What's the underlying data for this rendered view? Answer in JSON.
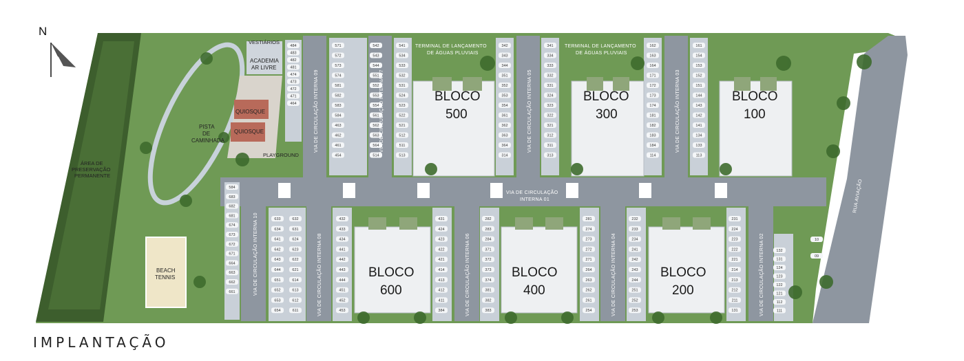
{
  "title": "IMPLANTAÇÃO",
  "north": "N",
  "colors": {
    "grass": "#6f9a55",
    "road": "#8e96a0",
    "pavement": "#c9d0d8",
    "roof": "#eef0f2",
    "forest": "#3c5c2c"
  },
  "blocks": [
    {
      "id": "500",
      "label_top": "BLOCO",
      "label_bottom": "500"
    },
    {
      "id": "300",
      "label_top": "BLOCO",
      "label_bottom": "300"
    },
    {
      "id": "100",
      "label_top": "BLOCO",
      "label_bottom": "100"
    },
    {
      "id": "600",
      "label_top": "BLOCO",
      "label_bottom": "600"
    },
    {
      "id": "400",
      "label_top": "BLOCO",
      "label_bottom": "400"
    },
    {
      "id": "200",
      "label_top": "BLOCO",
      "label_bottom": "200"
    }
  ],
  "areas": {
    "preservacao": [
      "ÁREA DE",
      "PRESERVAÇÃO",
      "PERMANENTE"
    ],
    "vestiarios": "VESTIÁRIOS",
    "academia": [
      "ACADEMIA",
      "AR LIVRE"
    ],
    "quiosque1": "QUIOSQUE",
    "quiosque2": "QUIOSQUE",
    "pista": [
      "PISTA",
      "DE",
      "CAMINHADA"
    ],
    "playground": "PLAYGROUND",
    "beach": [
      "BEACH",
      "TENNIS"
    ],
    "terminal1": [
      "TERMINAL DE LANÇAMENTO",
      "DE ÁGUAS PLUVIAIS"
    ],
    "terminal2": [
      "TERMINAL DE LANÇAMENTO",
      "DE ÁGUAS PLUVIAIS"
    ],
    "rua": "RUA AVIAÇÃO",
    "via01": [
      "VIA DE CIRCULAÇÃO",
      "INTERNA 01"
    ]
  },
  "vias": {
    "v09": "VIA DE CIRCULAÇÃO INTERNA 09",
    "v07": "VIA DE CIRCULAÇÃO INTERNA 07",
    "v05": "VIA DE CIRCULAÇÃO INTERNA 05",
    "v03": "VIA DE CIRCULAÇÃO INTERNA 03",
    "v10": "VIA DE CIRCULAÇÃO INTERNA 10",
    "v08": "VIA DE CIRCULAÇÃO INTERNA 08",
    "v06": "VIA DE CIRCULAÇÃO INTERNA 06",
    "v04": "VIA DE CIRCULAÇÃO INTERNA 04",
    "v02": "VIA DE CIRCULAÇÃO INTERNA 02"
  },
  "parking_columns": [
    [
      "484",
      "483",
      "482",
      "481",
      "474",
      "473",
      "472",
      "471",
      "464"
    ],
    [
      "571",
      "572",
      "573",
      "574",
      "581",
      "582",
      "583",
      "584",
      "463",
      "462",
      "461",
      "454"
    ],
    [
      "542",
      "543",
      "544",
      "551",
      "552",
      "553",
      "554",
      "561",
      "562",
      "563",
      "564",
      "514"
    ],
    [
      "541",
      "534",
      "533",
      "532",
      "531",
      "524",
      "523",
      "522",
      "521",
      "512",
      "511",
      "513"
    ],
    [
      "342",
      "343",
      "344",
      "351",
      "352",
      "353",
      "354",
      "361",
      "362",
      "363",
      "364",
      "314"
    ],
    [
      "341",
      "334",
      "333",
      "332",
      "331",
      "324",
      "323",
      "322",
      "321",
      "312",
      "311",
      "313"
    ],
    [
      "162",
      "163",
      "164",
      "171",
      "172",
      "173",
      "174",
      "181",
      "182",
      "183",
      "184",
      "114"
    ],
    [
      "161",
      "154",
      "153",
      "152",
      "151",
      "144",
      "143",
      "142",
      "141",
      "134",
      "133",
      "113"
    ],
    [
      "584",
      "683",
      "682",
      "681",
      "674",
      "673",
      "672",
      "671",
      "664",
      "663",
      "662",
      "661"
    ],
    [
      "633",
      "634",
      "641",
      "642",
      "643",
      "644",
      "651",
      "652",
      "653",
      "654"
    ],
    [
      "632",
      "631",
      "624",
      "623",
      "622",
      "621",
      "614",
      "613",
      "612",
      "611"
    ],
    [
      "432",
      "433",
      "434",
      "441",
      "442",
      "443",
      "444",
      "451",
      "452",
      "453"
    ],
    [
      "431",
      "424",
      "423",
      "422",
      "421",
      "414",
      "413",
      "412",
      "411",
      "384"
    ],
    [
      "282",
      "283",
      "284",
      "371",
      "372",
      "373",
      "374",
      "381",
      "382",
      "383"
    ],
    [
      "281",
      "274",
      "273",
      "272",
      "271",
      "264",
      "263",
      "262",
      "261",
      "254"
    ],
    [
      "232",
      "233",
      "234",
      "241",
      "242",
      "243",
      "244",
      "251",
      "252",
      "253"
    ],
    [
      "231",
      "224",
      "223",
      "222",
      "221",
      "214",
      "213",
      "212",
      "211",
      "131"
    ],
    [
      "132",
      "131",
      "124",
      "123",
      "122",
      "121",
      "112",
      "111"
    ],
    [
      "10",
      "09"
    ]
  ]
}
